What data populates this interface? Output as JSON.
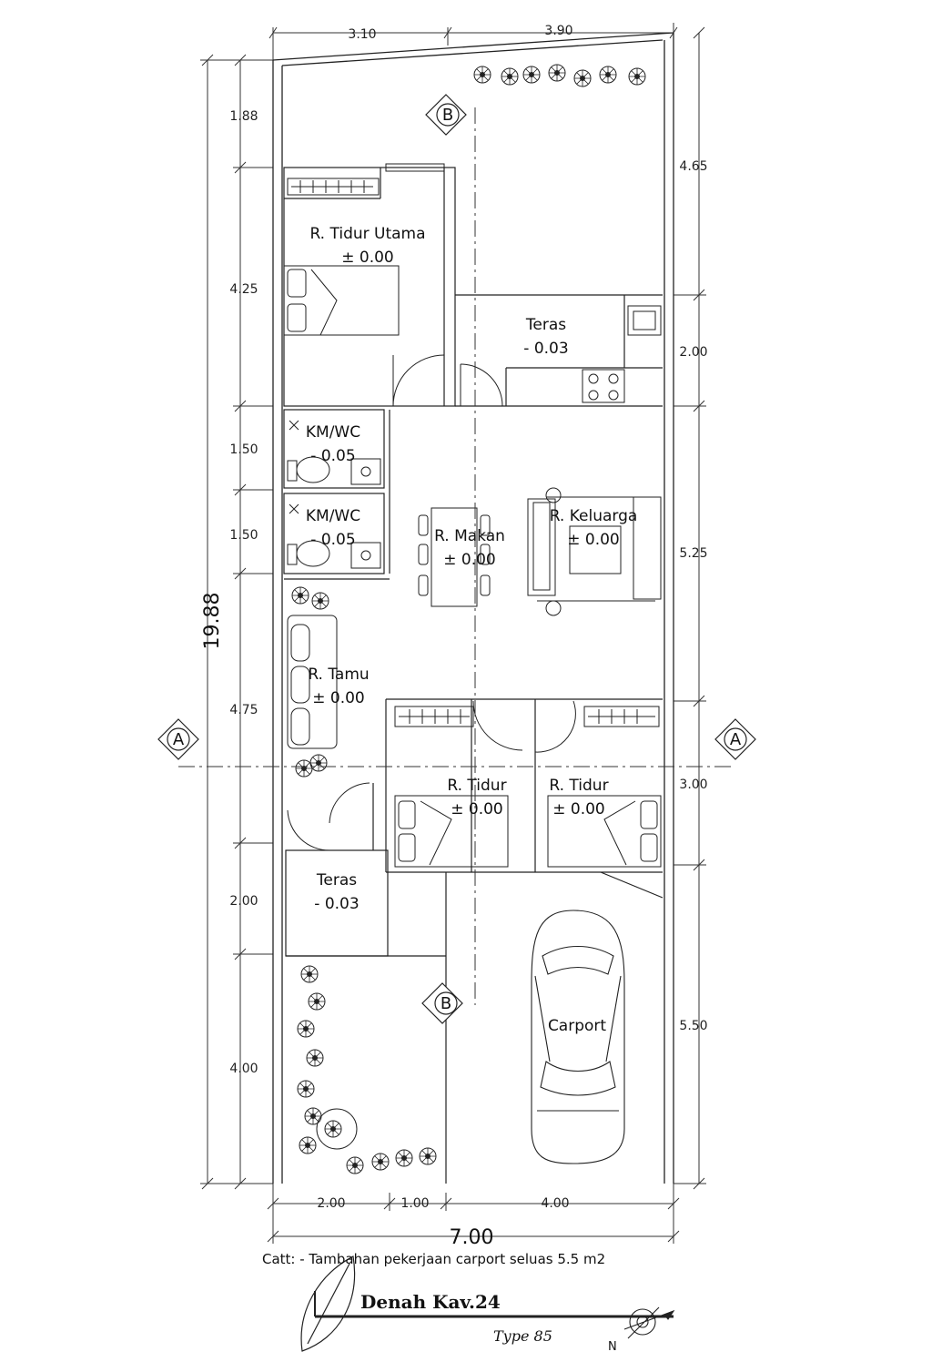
{
  "dimensions": {
    "top": [
      "3.10",
      "3.90"
    ],
    "left": [
      "1.88",
      "4.25",
      "1.50",
      "1.50",
      "4.75",
      "2.00",
      "4.00"
    ],
    "left_total": "19.88",
    "right": [
      "4.65",
      "2.00",
      "5.25",
      "3.00",
      "5.50"
    ],
    "bottom": [
      "2.00",
      "1.00",
      "4.00"
    ],
    "bottom_total": "7.00"
  },
  "rooms": {
    "master_bedroom": {
      "name": "R. Tidur Utama",
      "level": "± 0.00"
    },
    "terrace_back": {
      "name": "Teras",
      "level": "- 0.03"
    },
    "bath_1": {
      "name": "KM/WC",
      "level": "- 0.05"
    },
    "bath_2": {
      "name": "KM/WC",
      "level": "- 0.05"
    },
    "dining": {
      "name": "R. Makan",
      "level": "± 0.00"
    },
    "family": {
      "name": "R. Keluarga",
      "level": "± 0.00"
    },
    "living": {
      "name": "R. Tamu",
      "level": "± 0.00"
    },
    "bedroom_1": {
      "name": "R. Tidur",
      "level": "± 0.00"
    },
    "bedroom_2": {
      "name": "R. Tidur",
      "level": "± 0.00"
    },
    "terrace_front": {
      "name": "Teras",
      "level": "- 0.03"
    },
    "carport": {
      "name": "Carport"
    }
  },
  "section_markers": {
    "a": "A",
    "b": "B"
  },
  "note": "Catt: - Tambahan pekerjaan carport seluas 5.5 m2",
  "title": "Denah Kav.24",
  "subtitle": "Type 85",
  "north_label": "N"
}
